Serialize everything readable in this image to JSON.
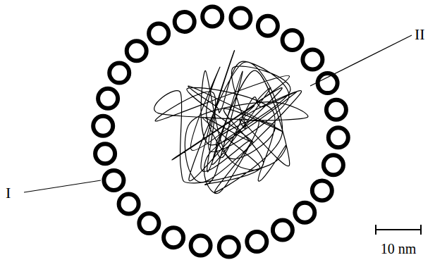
{
  "diagram": {
    "labels": [
      "I",
      "II",
      "10 nm"
    ]
  }
}
